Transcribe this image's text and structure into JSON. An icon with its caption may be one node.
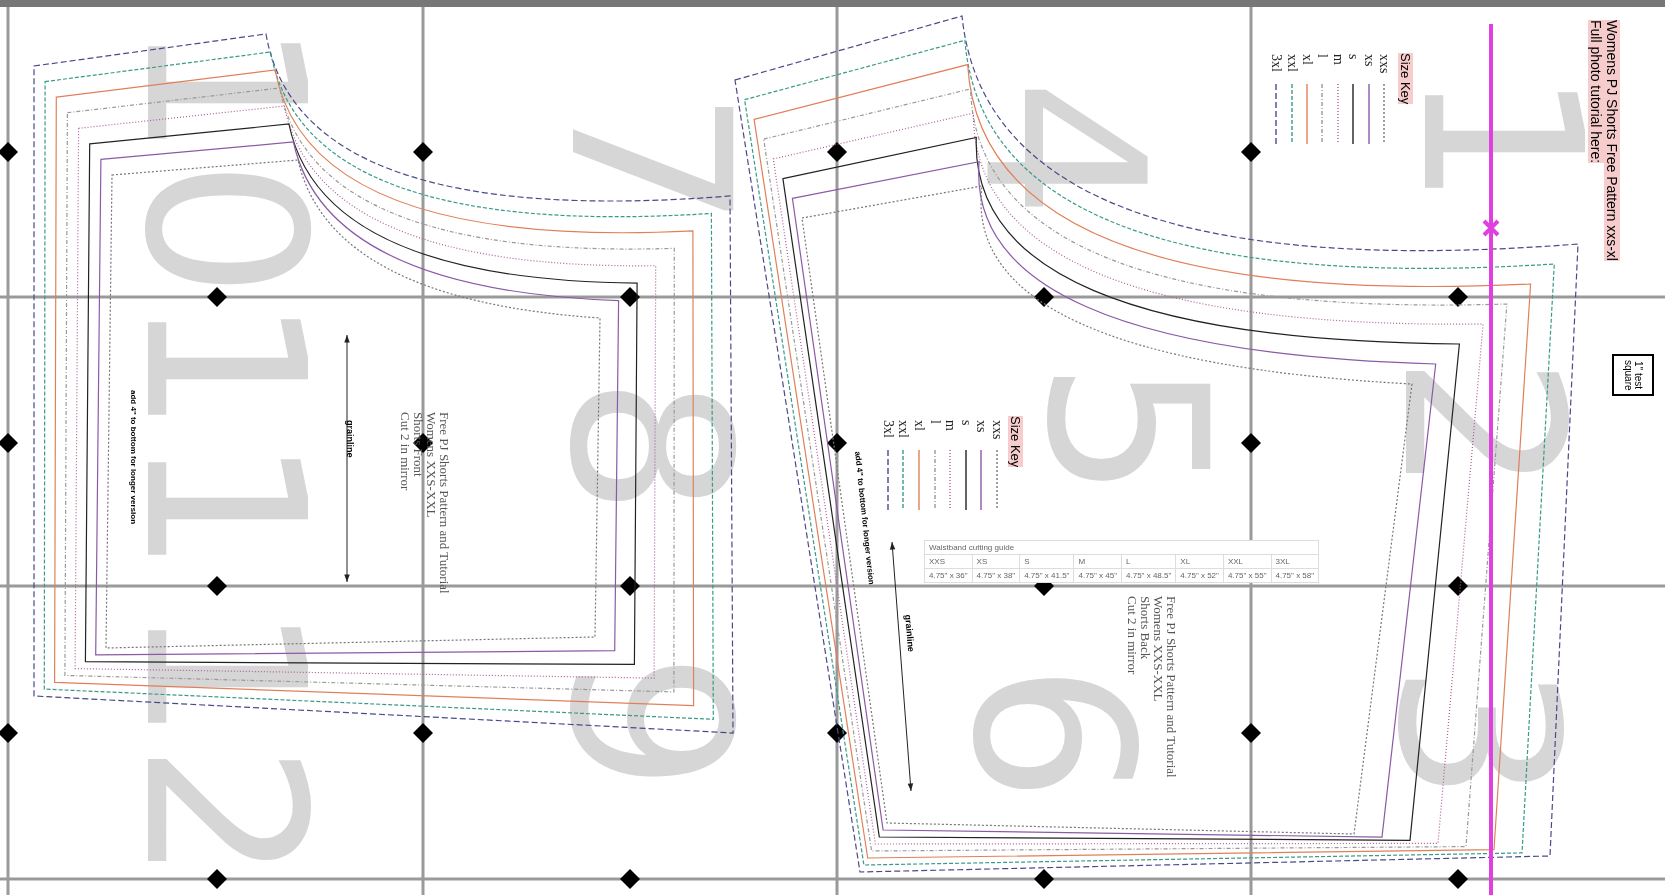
{
  "diagram": {
    "nodes": [
      {
        "text": [
          "Free PJ Shorts Pattern and Tutorial",
          "Womens XXS-XXL",
          "Shorts Front",
          "Cut 2 in mirror"
        ]
      },
      {
        "text": [
          "Free PJ Shorts Pattern and Tutorial",
          "Womens XXS-XXL",
          "Shorts Back",
          "Cut 2 in mirror"
        ]
      },
      {
        "text": [
          "1\" test square"
        ]
      }
    ],
    "labels": [
      "Womens PJ Shorts Free Pattern xxs-xl",
      "Full photo tutorial here:",
      "Size Key",
      "1",
      "2",
      "3",
      "4",
      "5",
      "6",
      "7",
      "8",
      "9",
      "10",
      "11",
      "12",
      "grainline",
      "add 4\" to bottom for longer version",
      "add 4\" to bottom for longer version",
      "grainline",
      "Size Key",
      "Waistband cutting guide",
      "XXS",
      "XS",
      "S",
      "M",
      "L",
      "XL",
      "XXL",
      "3XL",
      "4.75\" x 36\"",
      "4.75\" x 38\"",
      "4.75\" x 41.5\"",
      "4.75\" x 45\"",
      "4.75\" x 48.5\"",
      "4.75\" x 52\"",
      "4.75\" x 55\"",
      "4.75\" x 58\""
    ],
    "legend": [
      {
        "text": "xxs"
      },
      {
        "text": "xs"
      },
      {
        "text": "s"
      },
      {
        "text": "m"
      },
      {
        "text": "l"
      },
      {
        "text": "xl"
      },
      {
        "text": "xxl"
      },
      {
        "text": "3xl"
      },
      {
        "text": "xxs"
      },
      {
        "text": "xs"
      },
      {
        "text": "s"
      },
      {
        "text": "m"
      },
      {
        "text": "l"
      },
      {
        "text": "xl"
      },
      {
        "text": "xxl"
      },
      {
        "text": "3xl"
      }
    ]
  }
}
